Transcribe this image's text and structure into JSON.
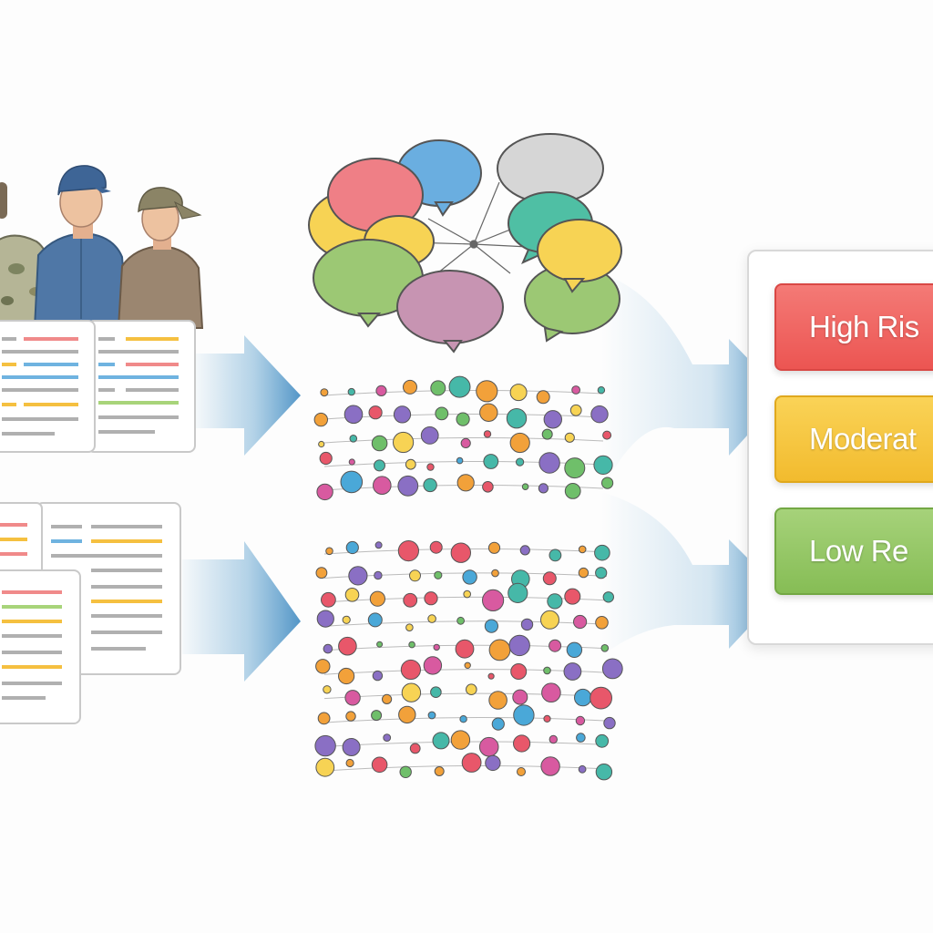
{
  "risk_levels": [
    {
      "label": "High Ris",
      "color": "#ef5d59"
    },
    {
      "label": "Moderat",
      "color": "#f6c63f"
    },
    {
      "label": "Low Re",
      "color": "#94c663"
    }
  ],
  "palette": {
    "arrow": "#5a9fcd",
    "bubble_red": "#ef7f86",
    "bubble_blue": "#6aaee0",
    "bubble_grey": "#d6d6d6",
    "bubble_teal": "#4fbfa4",
    "bubble_yellow": "#f7d354",
    "bubble_green": "#9cc874",
    "bubble_purple": "#c794b2",
    "doc_line_colors": [
      "#f08a8a",
      "#f5c040",
      "#6fb3e0",
      "#a8d47a",
      "#b0b0b0"
    ]
  },
  "icons": [
    "soldier-figure",
    "person-figure",
    "document-icon",
    "speech-bubble-icon",
    "data-point-icon",
    "flow-arrow-icon"
  ]
}
